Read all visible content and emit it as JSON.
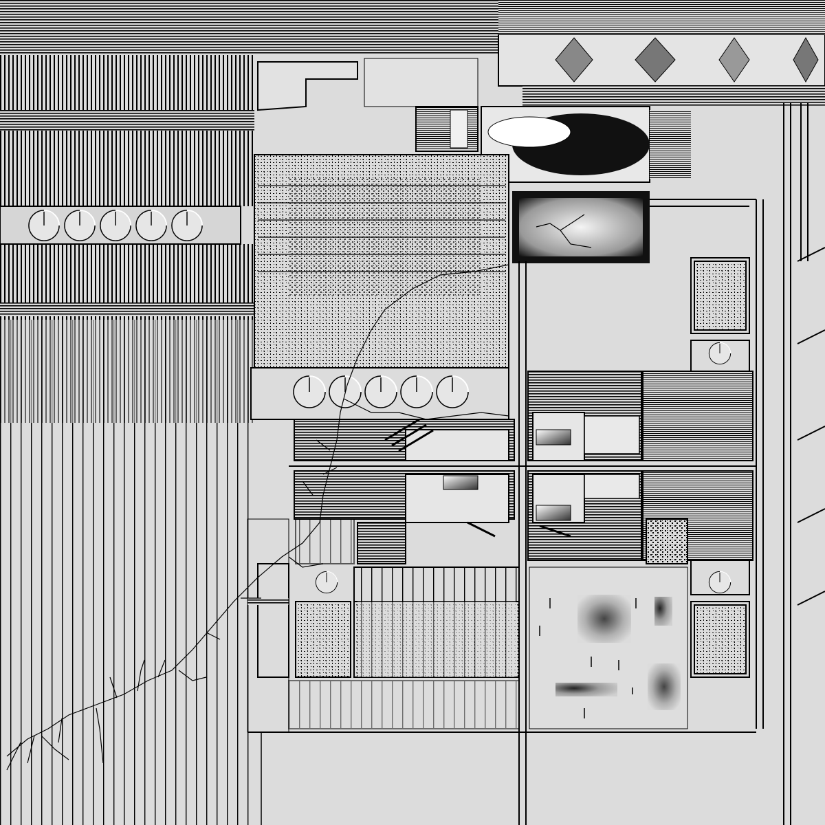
{
  "palette": {
    "background": "#dcdcdc",
    "ink": "#000000",
    "highlight": "#ffffff",
    "mid_gray": "#8c8c8c"
  },
  "motifs": [
    "vertical-stripe-bands",
    "clock-dial-icons",
    "dotted-texture-panels",
    "horizontal-hatch-panels",
    "crack-lines",
    "diamond-pattern",
    "gradient-blobs",
    "ellipse-shape"
  ]
}
